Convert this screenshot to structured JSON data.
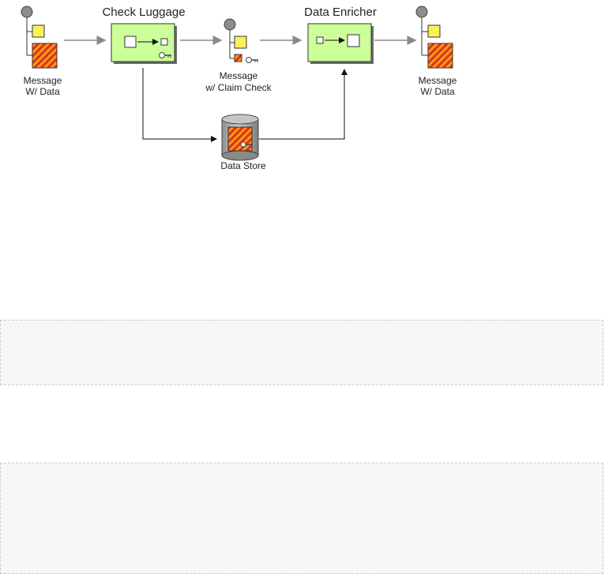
{
  "diagram": {
    "check_luggage": "Check Luggage",
    "data_enricher": "Data Enricher",
    "message_in": {
      "line1": "Message",
      "line2": "W/ Data"
    },
    "message_claim": {
      "line1": "Message",
      "line2": "w/ Claim Check"
    },
    "message_out": {
      "line1": "Message",
      "line2": "W/ Data"
    },
    "data_store": "Data Store"
  },
  "code_blocks": [
    "",
    ""
  ]
}
